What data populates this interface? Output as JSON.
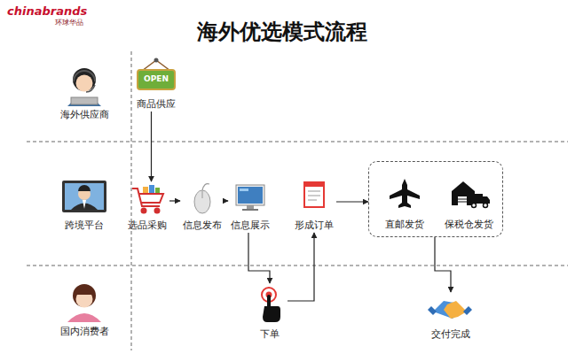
{
  "diagram": {
    "title": "海外优选模式流程",
    "nodes": [
      {
        "text": [
          "商品供应"
        ]
      },
      {
        "text": [
          "选品采购"
        ]
      },
      {
        "text": [
          "信息发布"
        ]
      },
      {
        "text": [
          "信息展示"
        ]
      },
      {
        "text": [
          "形成订单"
        ]
      },
      {
        "text": []
      },
      {
        "text": [
          "直邮发货"
        ],
        "in": 5
      },
      {
        "text": [
          "保税仓发货"
        ],
        "in": 5
      },
      {
        "text": [
          "下单"
        ]
      },
      {
        "text": [
          "交付完成"
        ]
      }
    ],
    "edges": [
      {
        "from": 0,
        "to": 1,
        "arrow": "to"
      },
      {
        "from": 1,
        "to": 2,
        "arrow": "to"
      },
      {
        "from": 2,
        "to": 3,
        "arrow": "to"
      },
      {
        "from": 3,
        "to": 8,
        "arrow": "to"
      },
      {
        "from": 8,
        "to": 4,
        "arrow": "to"
      },
      {
        "from": 4,
        "to": 5,
        "arrow": "to"
      },
      {
        "from": 5,
        "to": 9,
        "arrow": "to"
      }
    ],
    "labels": [
      "chinabrands",
      "环球华品",
      "OPEN",
      "海外供应商",
      "跨境平台",
      "国内消费者"
    ]
  }
}
